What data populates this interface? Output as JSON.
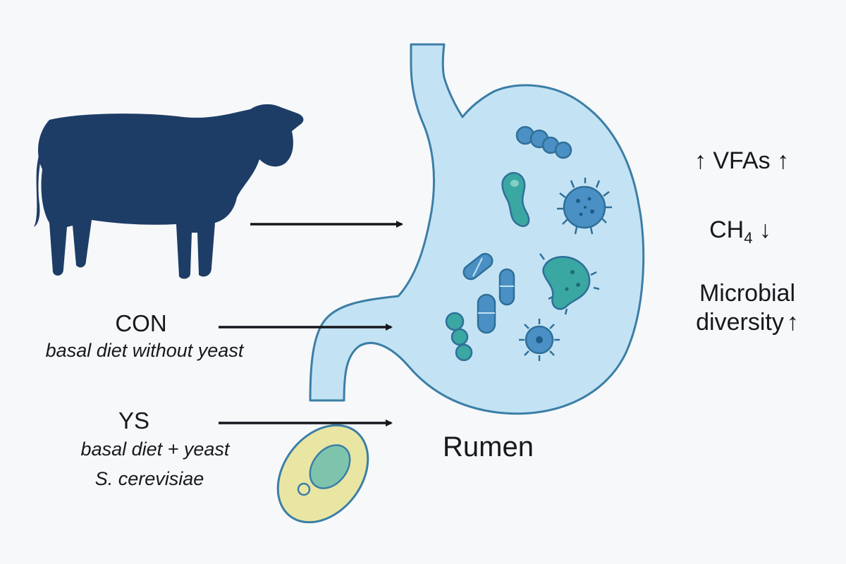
{
  "groups": [
    {
      "name": "CON",
      "description": "basal diet without yeast"
    },
    {
      "name": "YS",
      "description": "basal diet + yeast",
      "organism": "S. cerevisiae"
    }
  ],
  "organ": {
    "label": "Rumen"
  },
  "effects": {
    "vfas": {
      "prefix_arrow": "↑",
      "label": "VFAs",
      "suffix_arrow": "↑"
    },
    "methane": {
      "label": "CH",
      "subscript": "4",
      "arrow": "↓"
    },
    "diversity": {
      "line1": "Microbial",
      "line2": "diversity",
      "arrow": "↑"
    }
  },
  "icons": [
    "cow-icon",
    "stomach-icon",
    "yeast-cell-icon",
    "bacteria-icon",
    "arrow-right-icon"
  ],
  "colors": {
    "background": "#f7f8fa",
    "cow": "#1d3d66",
    "stomach_fill": "#c3e3f4",
    "stomach_outline": "#3b7ea6",
    "microbe_blue": "#4a90c4",
    "microbe_teal": "#3aa7a2",
    "arrow": "#16171c",
    "yeast_outer": "#e9e6a4",
    "yeast_inner": "#7ec4ad"
  }
}
